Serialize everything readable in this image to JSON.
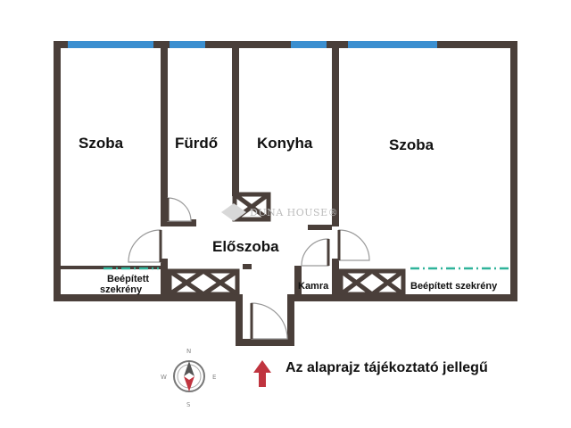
{
  "rooms": {
    "szoba_left": "Szoba",
    "furdo": "Fürdő",
    "konyha": "Konyha",
    "szoba_right": "Szoba",
    "eloszoba": "Előszoba",
    "kamra": "Kamra",
    "closet_left_1": "Beépített",
    "closet_left_2": "szekrény",
    "closet_right": "Beépített szekrény"
  },
  "watermark": "DUNA HOUSE®",
  "compass": {
    "n": "N",
    "s": "S",
    "e": "E",
    "w": "W"
  },
  "disclaimer": "Az alaprajz tájékoztató jellegű",
  "colors": {
    "wall": "#4a3f3a",
    "window": "#3b8fd0",
    "closet_line": "#2fb39a",
    "arrow": "#c0343f"
  }
}
